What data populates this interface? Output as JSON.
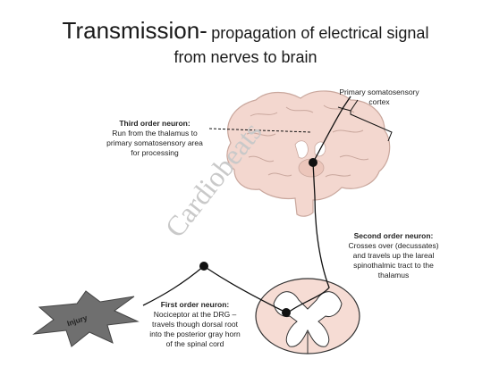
{
  "title": {
    "main": "Transmission-",
    "rest_line1": "propagation of electrical signal",
    "rest_line2": "from nerves to brain"
  },
  "labels": {
    "cortex": [
      "Primary somatosensory",
      "cortex"
    ],
    "third_order": {
      "heading": "Third order neuron:",
      "lines": [
        "Run from the thalamus to",
        "primary somatosensory area",
        "for processing"
      ]
    },
    "second_order": {
      "heading": "Second order neuron:",
      "lines": [
        "Crosses over (decussates)",
        "and travels up the lareal",
        "spinothalmic tract to the",
        "thalamus"
      ]
    },
    "first_order": {
      "heading": "First order neuron:",
      "lines": [
        "Nociceptor at the DRG –",
        "travels though dorsal root",
        "into the posterior gray horn",
        "of the spinal cord"
      ]
    },
    "injury": "Injury"
  },
  "watermark": "Cardiobeats",
  "colors": {
    "brain_fill": "#f3d7cf",
    "brain_stroke": "#c9a79d",
    "cord_fill": "#f6dcd4",
    "injury_fill": "#6f6f6f",
    "neuron": "#111111"
  }
}
